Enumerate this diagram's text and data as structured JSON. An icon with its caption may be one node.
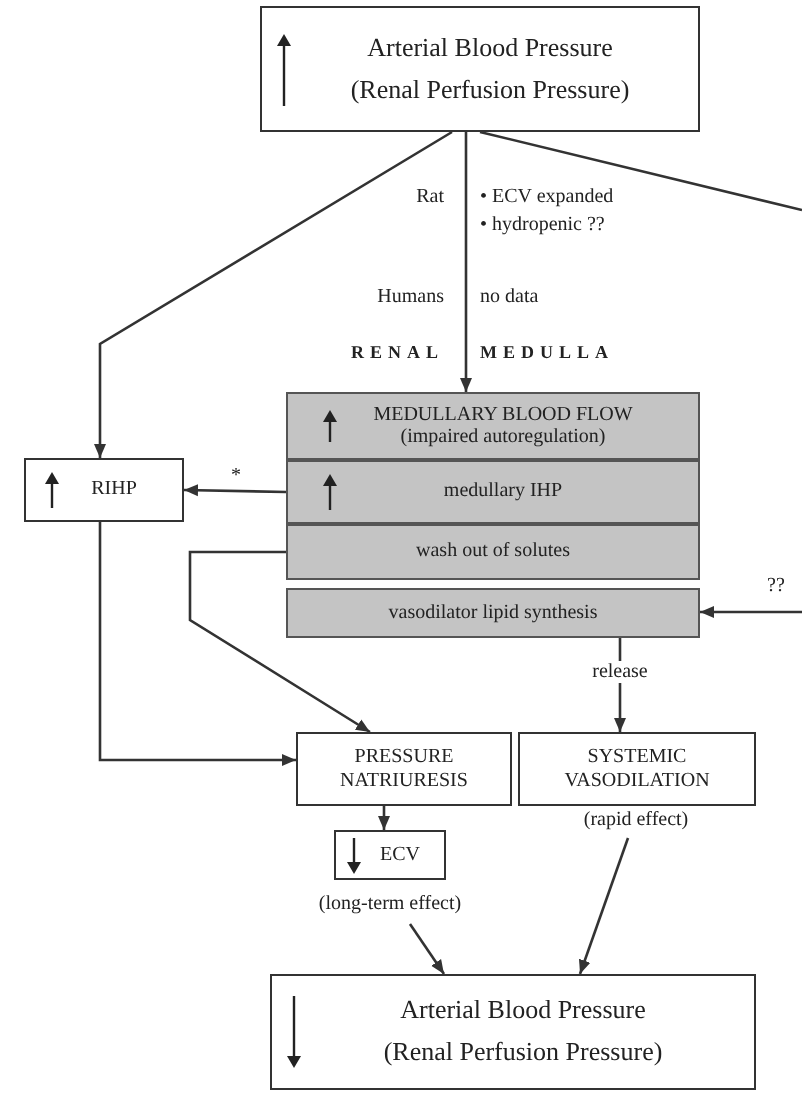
{
  "diagram": {
    "nodes": [
      {
        "text": [
          "Arterial Blood Pressure",
          "(Renal Perfusion Pressure)"
        ]
      },
      {
        "text": [
          "MEDULLARY BLOOD FLOW",
          "(impaired autoregulation)"
        ]
      },
      {
        "text": [
          "medullary IHP"
        ]
      },
      {
        "text": [
          "wash out of solutes"
        ]
      },
      {
        "text": [
          "vasodilator lipid synthesis"
        ]
      },
      {
        "text": [
          "RIHP"
        ]
      },
      {
        "text": [
          "PRESSURE NATRIURESIS"
        ]
      },
      {
        "text": [
          "SYSTEMIC VASODILATION"
        ],
        "beside": [
          "(rapid effect)"
        ]
      },
      {
        "text": [
          "ECV"
        ],
        "beside": [
          "(long-term effect)"
        ]
      },
      {
        "text": [
          "Arterial Blood Pressure",
          "(Renal Perfusion Pressure)"
        ]
      }
    ],
    "edges": [
      {
        "from": 0,
        "to": 1,
        "arrow": "to"
      },
      {
        "from": 0,
        "to": 5,
        "arrow": "to"
      },
      {
        "from": 0,
        "to": null,
        "arrow": "none"
      },
      {
        "from": 2,
        "to": 5,
        "arrow": "to",
        "label": "*"
      },
      {
        "from": 3,
        "to": 6,
        "arrow": "to"
      },
      {
        "from": 5,
        "to": 6,
        "arrow": "to"
      },
      {
        "from": null,
        "to": 4,
        "arrow": "to",
        "label": "??"
      },
      {
        "from": 4,
        "to": 7,
        "arrow": "to",
        "label": "release"
      },
      {
        "from": 6,
        "to": 8,
        "arrow": "to"
      },
      {
        "from": 8,
        "to": 9,
        "arrow": "to"
      },
      {
        "from": 7,
        "to": 9,
        "arrow": "to"
      }
    ],
    "labels": [
      "Rat",
      "• ECV expanded",
      "• hydropenic ??",
      "Humans",
      "no data",
      "RENAL",
      "MEDULLA"
    ]
  }
}
